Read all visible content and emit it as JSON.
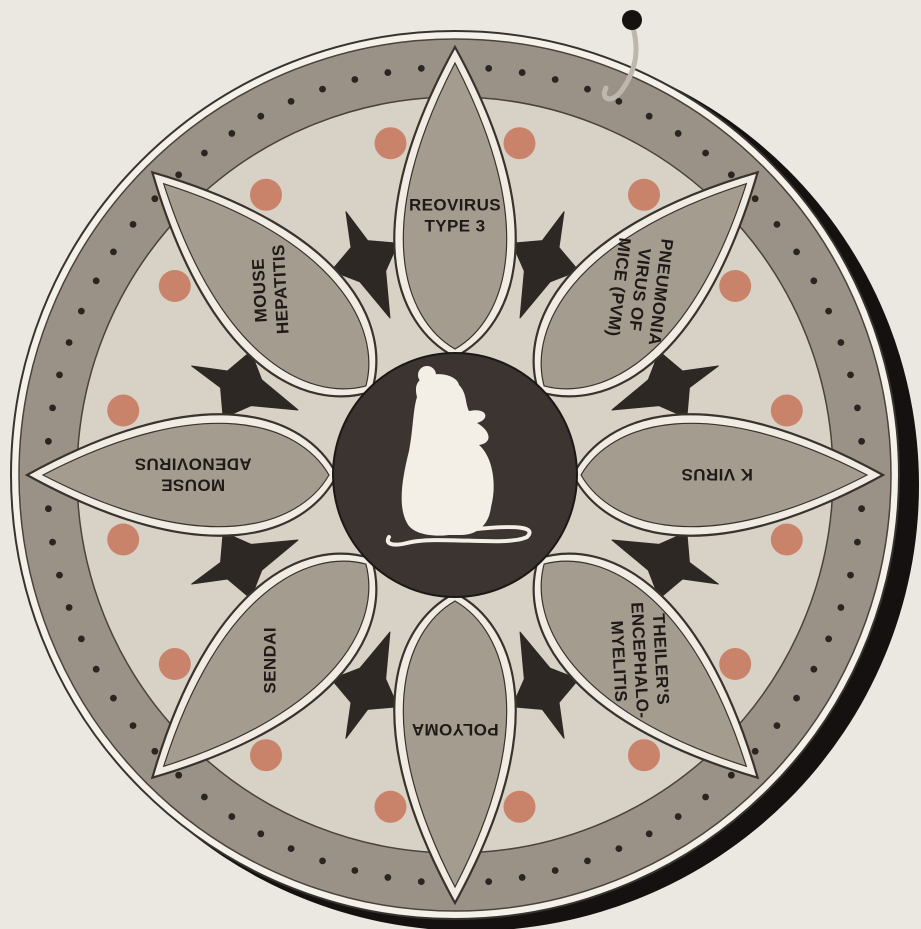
{
  "colors": {
    "background": "#ebe8e2",
    "outer_ring": "#9a9287",
    "inner_field": "#d8d2c6",
    "petal": "#a59c90",
    "petal_edge": "#3a332d",
    "hub": "#3b3430",
    "mouse": "#f3efe7",
    "spike": "#2d2824",
    "peg": "#c9836b",
    "dot": "#2a2521",
    "shadow": "#141110"
  },
  "center": {
    "icon": "mouse-icon"
  },
  "pointer": {
    "icon": "pin-pointer-icon"
  },
  "petals": [
    {
      "id": "reovirus",
      "lines": [
        "REOVIRUS",
        "TYPE 3"
      ]
    },
    {
      "id": "pvm",
      "lines": [
        "PNEUMONIA",
        "VIRUS OF",
        "MICE (PVM)"
      ]
    },
    {
      "id": "k-virus",
      "lines": [
        "K VIRUS"
      ]
    },
    {
      "id": "theilers",
      "lines": [
        "THEILER'S",
        "ENCEPHALO-",
        "MYELITIS"
      ]
    },
    {
      "id": "polyoma",
      "lines": [
        "POLYOMA"
      ]
    },
    {
      "id": "sendai",
      "lines": [
        "SENDAI"
      ]
    },
    {
      "id": "mouse-adenovirus",
      "lines": [
        "MOUSE",
        "ADENOVIRUS"
      ]
    },
    {
      "id": "mouse-hepatitis",
      "lines": [
        "MOUSE",
        "HEPATITIS"
      ]
    }
  ]
}
